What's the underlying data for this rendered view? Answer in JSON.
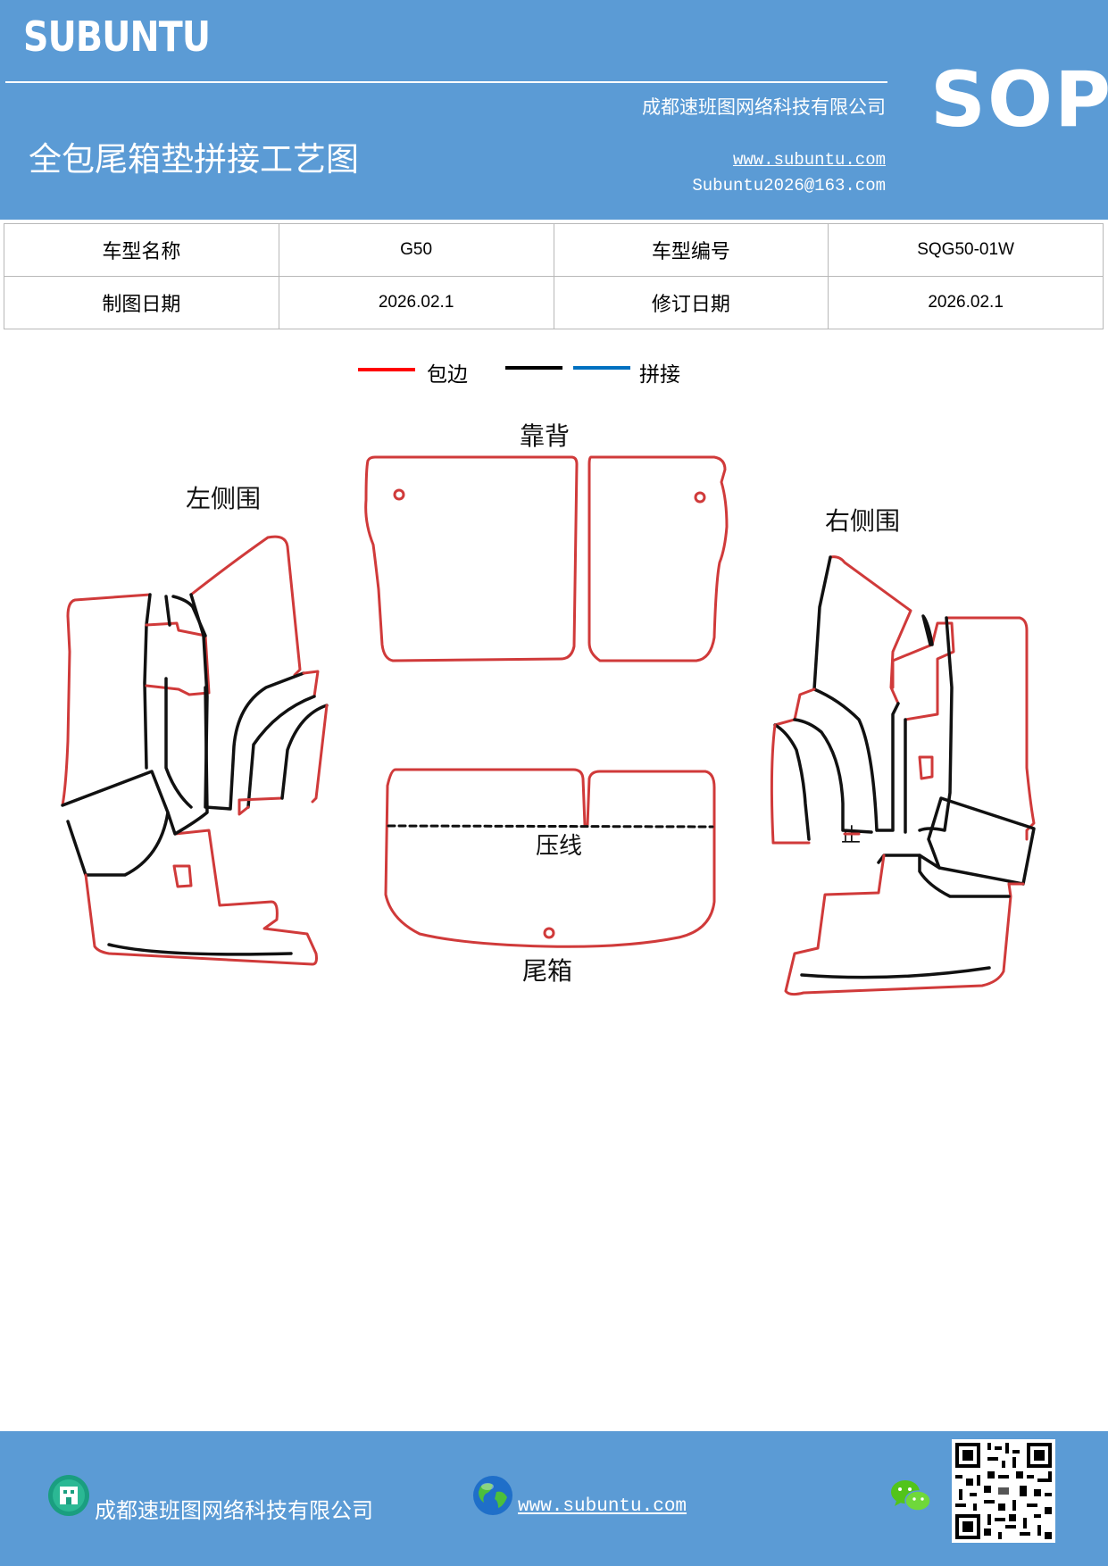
{
  "header": {
    "brand": "SUBUNTU",
    "company": "成都速班图网络科技有限公司",
    "title": "全包尾箱垫拼接工艺图",
    "website": "www.subuntu.com",
    "email": "Subuntu2026@163.com",
    "badge": "SOP"
  },
  "info_table": [
    [
      "车型名称",
      "G50",
      "车型编号",
      "SQG50-01W"
    ],
    [
      "制图日期",
      "2026.02.1",
      "修订日期",
      "2026.02.1"
    ]
  ],
  "legend": {
    "items": [
      {
        "color": "#ff0000",
        "label": "包边"
      },
      {
        "color": "#000000",
        "label": ""
      },
      {
        "color": "#0070c0",
        "label": "拼接"
      }
    ]
  },
  "diagram": {
    "labels": {
      "back": "靠背",
      "left": "左侧围",
      "right": "右侧围",
      "press": "压线",
      "trunk": "尾箱",
      "stop": "止"
    },
    "colors": {
      "edge": "#d03a3a",
      "seam": "#111111"
    }
  },
  "footer": {
    "company": "成都速班图网络科技有限公司",
    "website": "www.subuntu.com"
  }
}
